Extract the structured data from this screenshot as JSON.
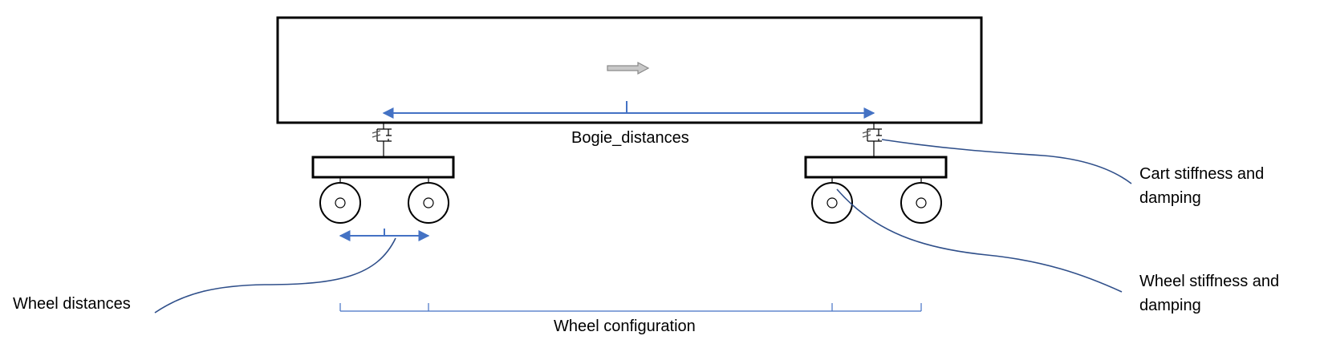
{
  "labels": {
    "bogie_distances": "Bogie_distances",
    "cart_stiffness_line1": "Cart stiffness and",
    "cart_stiffness_line2": "damping",
    "wheel_stiffness_line1": "Wheel stiffness and",
    "wheel_stiffness_line2": "damping",
    "wheel_distances": "Wheel distances",
    "wheel_configuration": "Wheel configuration"
  },
  "colors": {
    "dimension_lines": "#4472c4",
    "leader_lines": "#2f4f8a",
    "outline": "#000000",
    "direction_arrow": "#9e9e9e"
  },
  "icons": {
    "direction": "right-arrow-icon",
    "suspension": "spring-damper-icon"
  }
}
